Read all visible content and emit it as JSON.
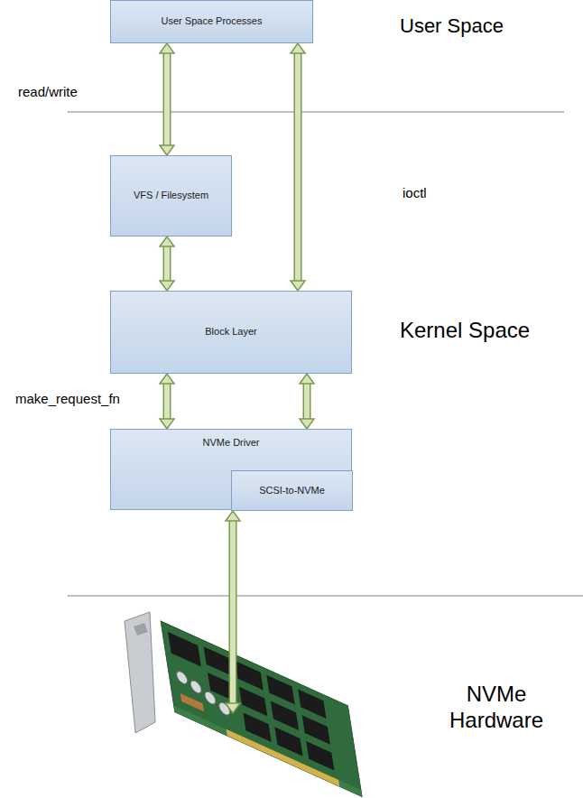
{
  "diagram": {
    "nodes": [
      {
        "text": [
          "User Space Processes"
        ]
      },
      {
        "text": [
          "VFS / Filesystem"
        ]
      },
      {
        "text": [
          "Block Layer"
        ]
      },
      {
        "text": [
          "NVMe Driver"
        ]
      },
      {
        "text": [
          "SCSI-to-NVMe"
        ],
        "in": 3
      }
    ],
    "edges": [
      {
        "from": 0,
        "to": 1,
        "arrow": "both",
        "label": "read/write"
      },
      {
        "from": 0,
        "to": 2,
        "arrow": "both",
        "label": "ioctl"
      },
      {
        "from": 1,
        "to": 2,
        "arrow": "both"
      },
      {
        "from": 2,
        "to": 3,
        "arrow": "both",
        "label": "make_request_fn"
      },
      {
        "from": 2,
        "to": 3,
        "arrow": "both"
      }
    ],
    "labels": [
      "User Space",
      "Kernel Space",
      "NVMe Hardware"
    ]
  }
}
